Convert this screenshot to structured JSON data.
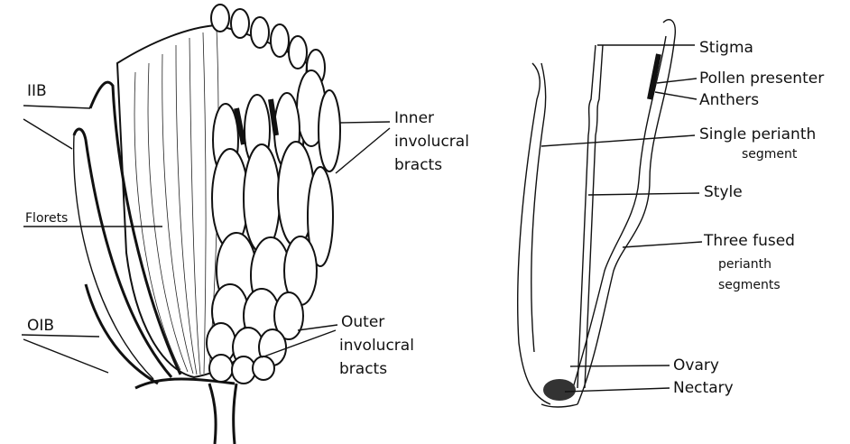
{
  "left_figure": {
    "labels": {
      "iib": "IIB",
      "florets": "Florets",
      "oib": "OIB",
      "inner_1": "Inner",
      "inner_2": "involucral",
      "inner_3": "bracts",
      "outer_1": "Outer",
      "outer_2": "involucral",
      "outer_3": "bracts"
    }
  },
  "right_figure": {
    "labels": {
      "stigma": "Stigma",
      "pollen_presenter": "Pollen presenter",
      "anthers": "Anthers",
      "single_1": "Single perianth",
      "single_2": "segment",
      "style": "Style",
      "three_1": "Three fused",
      "three_2": "perianth",
      "three_3": "segments",
      "ovary": "Ovary",
      "nectary": "Nectary"
    }
  }
}
